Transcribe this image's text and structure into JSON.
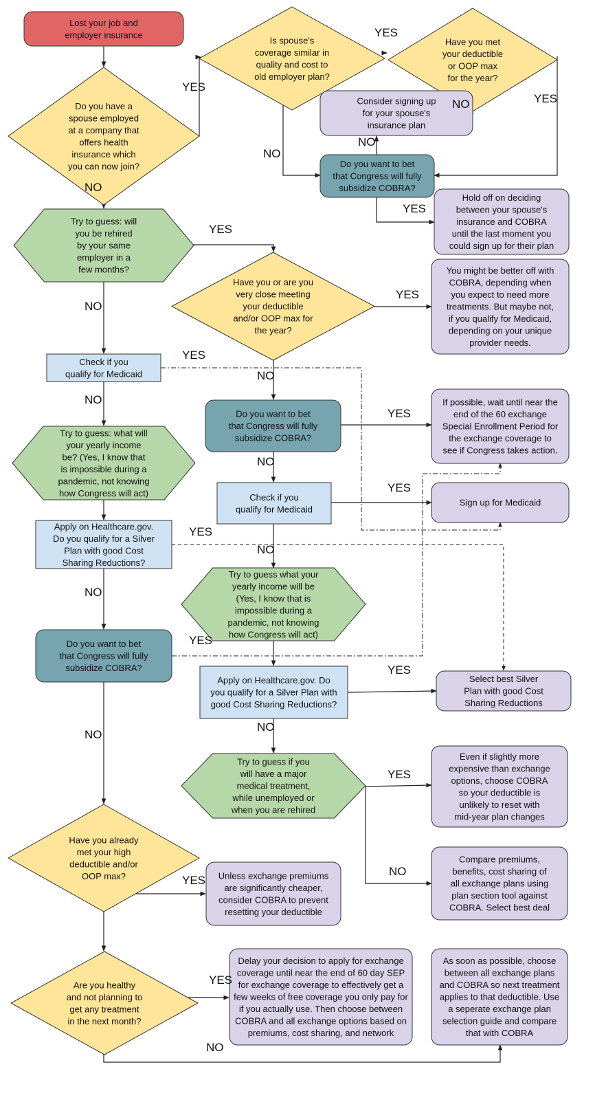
{
  "colors": {
    "start": "#e06666",
    "decision": "#ffe599",
    "guess": "#b6d7a8",
    "action": "#cfe2f3",
    "bet": "#76a5af",
    "outcome": "#d9d2e9",
    "stroke": "#333333",
    "edge": "#222222"
  },
  "nodes": [
    {
      "id": "lost_job",
      "kind": "start",
      "shape": "rounded-rect",
      "text": "Lost your job and employer insurance"
    },
    {
      "id": "spouse_q",
      "kind": "decision",
      "shape": "diamond",
      "text": "Do you have a spouse employed at a company that offers health insurance which you can now join?"
    },
    {
      "id": "spouse_cov",
      "kind": "decision",
      "shape": "diamond",
      "text": "Is spouse's coverage similar in quality and cost to old employer plan?"
    },
    {
      "id": "met_ded_top",
      "kind": "decision",
      "shape": "diamond",
      "text": "Have you met your deductible or OOP max for the year?"
    },
    {
      "id": "consider_spouse",
      "kind": "outcome",
      "shape": "rounded-rect",
      "text": "Consider signing up for your spouse's insurance plan"
    },
    {
      "id": "bet_top",
      "kind": "bet",
      "shape": "rounded-rect",
      "text": "Do you want to bet that Congress will fully subsidize COBRA?"
    },
    {
      "id": "hold_off",
      "kind": "outcome",
      "shape": "rounded-rect",
      "text": "Hold off on deciding between your spouse's insurance and COBRA until the last moment you could sign up for their plan"
    },
    {
      "id": "rehired",
      "kind": "guess",
      "shape": "hexagon",
      "text": "Try to guess: will you be rehired by your same employer in a few months?"
    },
    {
      "id": "close_ded",
      "kind": "decision",
      "shape": "diamond",
      "text": "Have you or are you very close meeting your deductible and/or OOP max for the year?"
    },
    {
      "id": "better_cobra",
      "kind": "outcome",
      "shape": "rounded-rect",
      "text": "You might be better off with COBRA, depending when you expect to need more treatments. But maybe not, if you qualify for Medicaid, depending on your unique provider needs."
    },
    {
      "id": "medicaid_left",
      "kind": "action",
      "shape": "rect",
      "text": "Check if you qualify for Medicaid"
    },
    {
      "id": "bet_mid",
      "kind": "bet",
      "shape": "rounded-rect",
      "text": "Do you want to bet that Congress will fully subsidize COBRA?"
    },
    {
      "id": "wait_sep",
      "kind": "outcome",
      "shape": "rounded-rect",
      "text": "If possible, wait until near the end of the 60 exchange Special Enrollment Period for the exchange coverage  to see if Congress takes action."
    },
    {
      "id": "income_left",
      "kind": "guess",
      "shape": "hexagon",
      "text": "Try to guess: what will your yearly income be? (Yes, I know that is impossible during a pandemic, not knowing how Congress will act)"
    },
    {
      "id": "medicaid_mid",
      "kind": "action",
      "shape": "rect",
      "text": "Check if you qualify for Medicaid"
    },
    {
      "id": "signup_medicaid",
      "kind": "outcome",
      "shape": "rounded-rect",
      "text": "Sign up for Medicaid"
    },
    {
      "id": "apply_left",
      "kind": "action",
      "shape": "rect",
      "text": "Apply on Healthcare.gov. Do you qualify for a Silver Plan with good Cost Sharing Reductions?"
    },
    {
      "id": "income_mid",
      "kind": "guess",
      "shape": "hexagon",
      "text": "Try to guess what your yearly income will be (Yes, I know that is impossible during a pandemic, not knowing how Congress will act)"
    },
    {
      "id": "bet_left",
      "kind": "bet",
      "shape": "rounded-rect",
      "text": "Do you want to bet that Congress will fully subsidize COBRA?"
    },
    {
      "id": "apply_mid",
      "kind": "action",
      "shape": "rect",
      "text": "Apply on Healthcare.gov. Do you qualify for a Silver Plan with good Cost Sharing Reductions?"
    },
    {
      "id": "silver",
      "kind": "outcome",
      "shape": "rounded-rect",
      "text": "Select best Silver Plan with good  Cost Sharing Reductions"
    },
    {
      "id": "major_treat",
      "kind": "guess",
      "shape": "hexagon",
      "text": "Try to guess if you will have a major medical treatment, while unemployed or when you are rehired"
    },
    {
      "id": "choose_cobra",
      "kind": "outcome",
      "shape": "rounded-rect",
      "text": "Even if slightly more expensive than exchange options, choose COBRA so your deductible is unlikely to reset with mid-year plan changes"
    },
    {
      "id": "high_ded",
      "kind": "decision",
      "shape": "diamond",
      "text": "Have you already met your high deductible and/or OOP max?"
    },
    {
      "id": "unless",
      "kind": "outcome",
      "shape": "rounded-rect",
      "text": "Unless exchange premiums are significantly cheaper, consider COBRA to prevent resetting your deductible"
    },
    {
      "id": "compare",
      "kind": "outcome",
      "shape": "rounded-rect",
      "text": "Compare premiums, benefits, cost sharing of all exchange plans using plan section tool against COBRA. Select best deal"
    },
    {
      "id": "healthy",
      "kind": "decision",
      "shape": "diamond",
      "text": "Are you healthy and not planning to get any treatment in the next month?"
    },
    {
      "id": "delay",
      "kind": "outcome",
      "shape": "rounded-rect",
      "text": "Delay your decision to apply for exchange coverage until near the end of 60 day SEP for exchange coverage  to effectively get a few weeks of free coverage you only pay for if you actually use. Then choose between COBRA and all exchange options based on premiums,  cost sharing, and network"
    },
    {
      "id": "asap",
      "kind": "outcome",
      "shape": "rounded-rect",
      "text": "As soon as possible, choose between all exchange plans and COBRA so next treatment applies to that deductible. Use a seperate exchange plan selection guide and compare that with COBRA"
    }
  ],
  "edges": [
    {
      "from": "lost_job",
      "to": "spouse_q",
      "label": ""
    },
    {
      "from": "spouse_q",
      "to": "spouse_cov",
      "label": "YES"
    },
    {
      "from": "spouse_cov",
      "to": "met_ded_top",
      "label": "YES"
    },
    {
      "from": "met_ded_top",
      "to": "consider_spouse",
      "label": "NO"
    },
    {
      "from": "met_ded_top",
      "to": "bet_top",
      "label": "YES"
    },
    {
      "from": "spouse_cov",
      "to": "bet_top",
      "label": "NO"
    },
    {
      "from": "bet_top",
      "to": "consider_spouse",
      "label": "NO"
    },
    {
      "from": "bet_top",
      "to": "hold_off",
      "label": "YES"
    },
    {
      "from": "spouse_q",
      "to": "rehired",
      "label": "NO"
    },
    {
      "from": "rehired",
      "to": "close_ded",
      "label": "YES"
    },
    {
      "from": "close_ded",
      "to": "better_cobra",
      "label": "YES"
    },
    {
      "from": "close_ded",
      "to": "bet_mid",
      "label": "NO"
    },
    {
      "from": "bet_mid",
      "to": "wait_sep",
      "label": "YES"
    },
    {
      "from": "bet_mid",
      "to": "medicaid_mid",
      "label": "NO"
    },
    {
      "from": "medicaid_mid",
      "to": "signup_medicaid",
      "label": "YES"
    },
    {
      "from": "medicaid_mid",
      "to": "income_mid",
      "label": "NO"
    },
    {
      "from": "income_mid",
      "to": "apply_mid",
      "label": ""
    },
    {
      "from": "apply_mid",
      "to": "silver",
      "label": "YES"
    },
    {
      "from": "apply_mid",
      "to": "major_treat",
      "label": "NO"
    },
    {
      "from": "major_treat",
      "to": "choose_cobra",
      "label": "YES"
    },
    {
      "from": "major_treat",
      "to": "compare",
      "label": "NO"
    },
    {
      "from": "rehired",
      "to": "medicaid_left",
      "label": "NO"
    },
    {
      "from": "medicaid_left",
      "to": "signup_medicaid",
      "label": "YES"
    },
    {
      "from": "medicaid_left",
      "to": "income_left",
      "label": "NO"
    },
    {
      "from": "income_left",
      "to": "apply_left",
      "label": ""
    },
    {
      "from": "apply_left",
      "to": "silver",
      "label": "YES"
    },
    {
      "from": "apply_left",
      "to": "bet_left",
      "label": "NO"
    },
    {
      "from": "bet_left",
      "to": "wait_sep",
      "label": "YES"
    },
    {
      "from": "bet_left",
      "to": "high_ded",
      "label": "NO"
    },
    {
      "from": "high_ded",
      "to": "unless",
      "label": "YES"
    },
    {
      "from": "high_ded",
      "to": "healthy",
      "label": ""
    },
    {
      "from": "healthy",
      "to": "delay",
      "label": "YES"
    },
    {
      "from": "healthy",
      "to": "asap",
      "label": "NO"
    }
  ]
}
